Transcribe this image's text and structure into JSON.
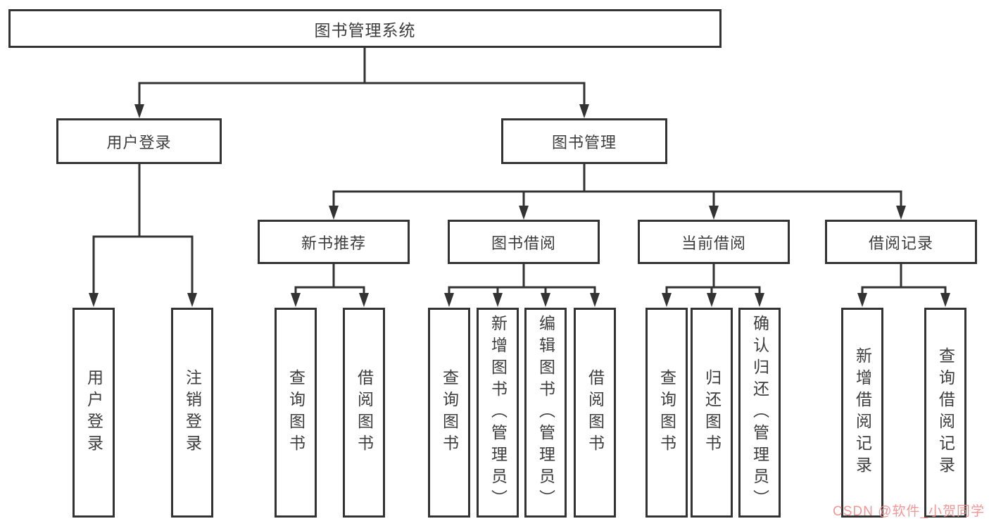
{
  "title": "图书管理系统",
  "watermark": "CSDN @软件_小贺同学",
  "colors": {
    "line": "#333333",
    "box_border": "#333333",
    "text": "#3d3d3d",
    "watermark": "#f28b8b",
    "background": "#ffffff"
  },
  "tree": {
    "label": "图书管理系统",
    "children": [
      {
        "label": "用户登录",
        "children": [
          {
            "label": "用户登录"
          },
          {
            "label": "注销登录"
          }
        ]
      },
      {
        "label": "图书管理",
        "children": [
          {
            "label": "新书推荐",
            "children": [
              {
                "label": "查询图书"
              },
              {
                "label": "借阅图书"
              }
            ]
          },
          {
            "label": "图书借阅",
            "children": [
              {
                "label": "查询图书"
              },
              {
                "label": "新增图书（管理员）"
              },
              {
                "label": "编辑图书（管理员）"
              },
              {
                "label": "借阅图书"
              }
            ]
          },
          {
            "label": "当前借阅",
            "children": [
              {
                "label": "查询图书"
              },
              {
                "label": "归还图书"
              },
              {
                "label": "确认归还（管理员）"
              }
            ]
          },
          {
            "label": "借阅记录",
            "children": [
              {
                "label": "新增借阅记录"
              },
              {
                "label": "查询借阅记录"
              }
            ]
          }
        ]
      }
    ]
  }
}
